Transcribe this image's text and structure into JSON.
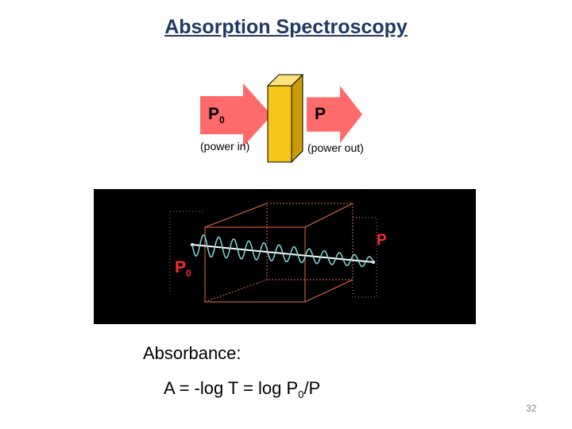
{
  "title": "Absorption Spectroscopy",
  "top_diagram": {
    "in_arrow": {
      "symbol": "P",
      "subscript": "0",
      "caption": "(power in)"
    },
    "out_arrow": {
      "symbol": "P",
      "caption": "(power out)"
    },
    "sample_color": "#f5c518",
    "arrow_color": "#ff6b6b"
  },
  "panel": {
    "in_label": {
      "symbol": "P",
      "subscript": "0"
    },
    "out_label": {
      "symbol": "P"
    },
    "label_color": "#ff2a2a",
    "background": "#000000"
  },
  "absorbance": {
    "label": "Absorbance:",
    "formula_prefix": "A = -log T = log P",
    "formula_subscript": "0",
    "formula_suffix": "/P"
  },
  "slide_number": "32"
}
